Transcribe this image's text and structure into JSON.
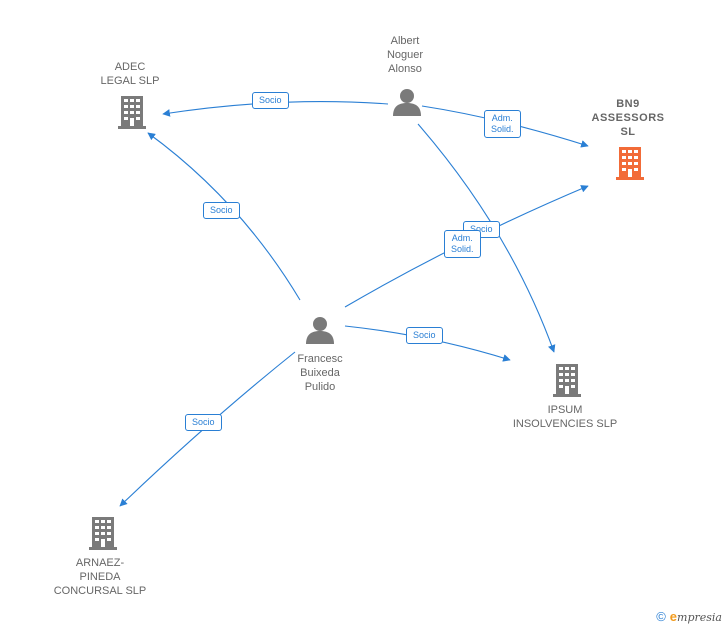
{
  "colors": {
    "edge": "#2a7fd4",
    "company": "#7a7a7a",
    "highlight": "#f26b38",
    "person": "#7a7a7a"
  },
  "nodes": {
    "adec": {
      "label": "ADEC\nLEGAL  SLP",
      "icon": "building-icon"
    },
    "albert": {
      "label": "Albert\nNoguer\nAlonso",
      "icon": "person-icon"
    },
    "bn9": {
      "label": "BN9\nASSESSORS\nSL",
      "icon": "building-icon"
    },
    "francesc": {
      "label": "Francesc\nBuixeda\nPulido",
      "icon": "person-icon"
    },
    "ipsum": {
      "label": "IPSUM\nINSOLVENCIES SLP",
      "icon": "building-icon"
    },
    "arnaez": {
      "label": "ARNAEZ-\nPINEDA\nCONCURSAL SLP",
      "icon": "building-icon"
    }
  },
  "edges": {
    "albert_adec": "Socio",
    "albert_bn9": "Adm.\nSolid.",
    "albert_ipsum": "Socio",
    "francesc_adec": "Socio",
    "francesc_bn9": "Adm.\nSolid.",
    "francesc_ipsum": "Socio",
    "francesc_arnaez": "Socio"
  },
  "footer": {
    "copyright": "©",
    "brand_initial": "e",
    "brand_rest": "mpresia"
  }
}
